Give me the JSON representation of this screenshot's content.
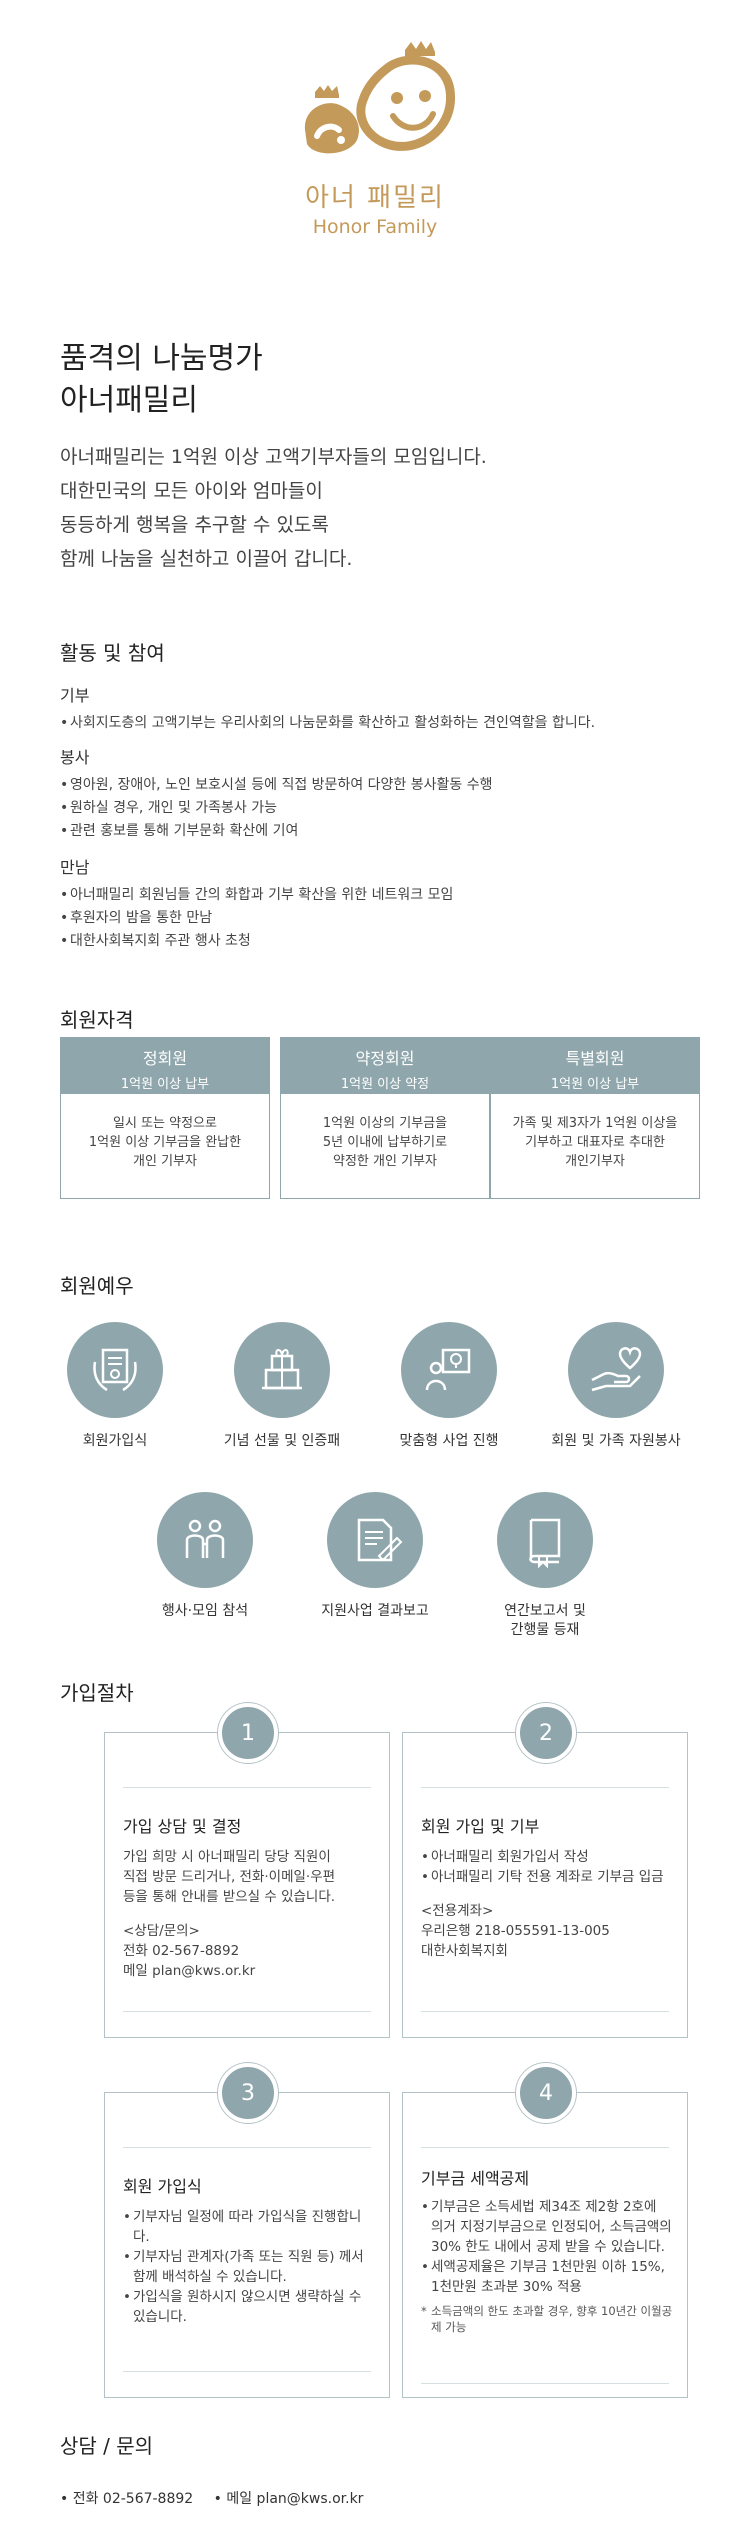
{
  "logo": {
    "ko": "아너 패밀리",
    "en": "Honor Family"
  },
  "colors": {
    "brand_gold": "#c49a5a",
    "accent_gray_teal": "#8fa7ac"
  },
  "headline": {
    "line1": "품격의 나눔명가",
    "line2": "아너패밀리"
  },
  "intro": [
    "아너패밀리는 1억원 이상 고액기부자들의 모임입니다.",
    "대한민국의 모든 아이와 엄마들이",
    "동등하게 행복을 추구할 수 있도록",
    "함께 나눔을 실천하고 이끌어 갑니다."
  ],
  "activities": {
    "title": "활동 및 참여",
    "groups": [
      {
        "heading": "기부",
        "items": [
          "사회지도층의 고액기부는 우리사회의 나눔문화를 확산하고 활성화하는 견인역할을 합니다."
        ]
      },
      {
        "heading": "봉사",
        "items": [
          "영아원, 장애아, 노인 보호시설 등에 직접 방문하여 다양한 봉사활동 수행",
          "원하실 경우, 개인 및 가족봉사 가능",
          "관련 홍보를 통해 기부문화 확산에 기여"
        ]
      },
      {
        "heading": "만남",
        "items": [
          "아너패밀리 회원님들 간의 화합과 기부 확산을 위한 네트워크 모임",
          "후원자의 밤을 통한 만남",
          "대한사회복지회 주관 행사 초청"
        ]
      }
    ]
  },
  "membership": {
    "title": "회원자격",
    "cards": [
      {
        "name": "정회원",
        "sub": "1억원 이상 납부",
        "desc": [
          "일시 또는 약정으로",
          "1억원 이상 기부금을 완납한",
          "개인 기부자"
        ]
      },
      {
        "name": "약정회원",
        "sub": "1억원 이상 약정",
        "desc": [
          "1억원 이상의 기부금을",
          "5년 이내에 납부하기로",
          "약정한 개인 기부자"
        ]
      },
      {
        "name": "특별회원",
        "sub": "1억원 이상 납부",
        "desc": [
          "가족 및 제3자가 1억원 이상을",
          "기부하고 대표자로 추대한",
          "개인기부자"
        ]
      }
    ]
  },
  "benefits": {
    "title": "회원예우",
    "items": [
      {
        "label": "회원가입식",
        "icon": "certificate-icon"
      },
      {
        "label": "기념 선물 및 인증패",
        "icon": "gift-icon"
      },
      {
        "label": "맞춤형 사업 진행",
        "icon": "idea-icon"
      },
      {
        "label": "회원 및 가족 자원봉사",
        "icon": "heart-hand-icon"
      },
      {
        "label": "행사·모임 참석",
        "icon": "people-icon"
      },
      {
        "label": "지원사업 결과보고",
        "icon": "report-icon"
      },
      {
        "label": "연간보고서 및",
        "label2": "간행물 등재",
        "icon": "book-icon"
      }
    ]
  },
  "procedure": {
    "title": "가입절차",
    "steps": [
      {
        "num": "1",
        "title": "가입 상담 및 결정",
        "body": [
          "가입 희망 시 아너패밀리 당당 직원이",
          "직접 방문 드리거나, 전화·이메일·우편",
          "등을 통해 안내를 받으실 수 있습니다."
        ],
        "contact": [
          "<상담/문의>",
          "전화 02-567-8892",
          "메일 plan@kws.or.kr"
        ]
      },
      {
        "num": "2",
        "title": "회원 가입 및 기부",
        "items": [
          "아너패밀리 회원가입서 작성",
          "아너패밀리 기탁 전용 계좌로 기부금 입금"
        ],
        "contact": [
          "<전용계좌>",
          "우리은행 218-055591-13-005",
          "대한사회복지회"
        ]
      },
      {
        "num": "3",
        "title": "회원 가입식",
        "items": [
          "기부자님 일정에 따라 가입식을 진행합니다.",
          "기부자님 관계자(가족 또는 직원 등) 께서 함께 배석하실 수 있습니다.",
          "가입식을 원하시지 않으시면 생략하실 수 있습니다."
        ]
      },
      {
        "num": "4",
        "title": "기부금 세액공제",
        "items": [
          "기부금은 소득세법 제34조 제2항 2호에 의거 지정기부금으로 인정되어, 소득금액의 30% 한도 내에서 공제 받을 수 있습니다.",
          "세액공제율은 기부금 1천만원 이하 15%, 1천만원 초과분 30% 적용"
        ],
        "note": "소득금액의 한도 초과할 경우, 향후 10년간 이월공제 가능"
      }
    ]
  },
  "contact": {
    "title": "상담 / 문의",
    "phone": "• 전화 02-567-8892",
    "email": "• 메일 plan@kws.or.kr"
  }
}
